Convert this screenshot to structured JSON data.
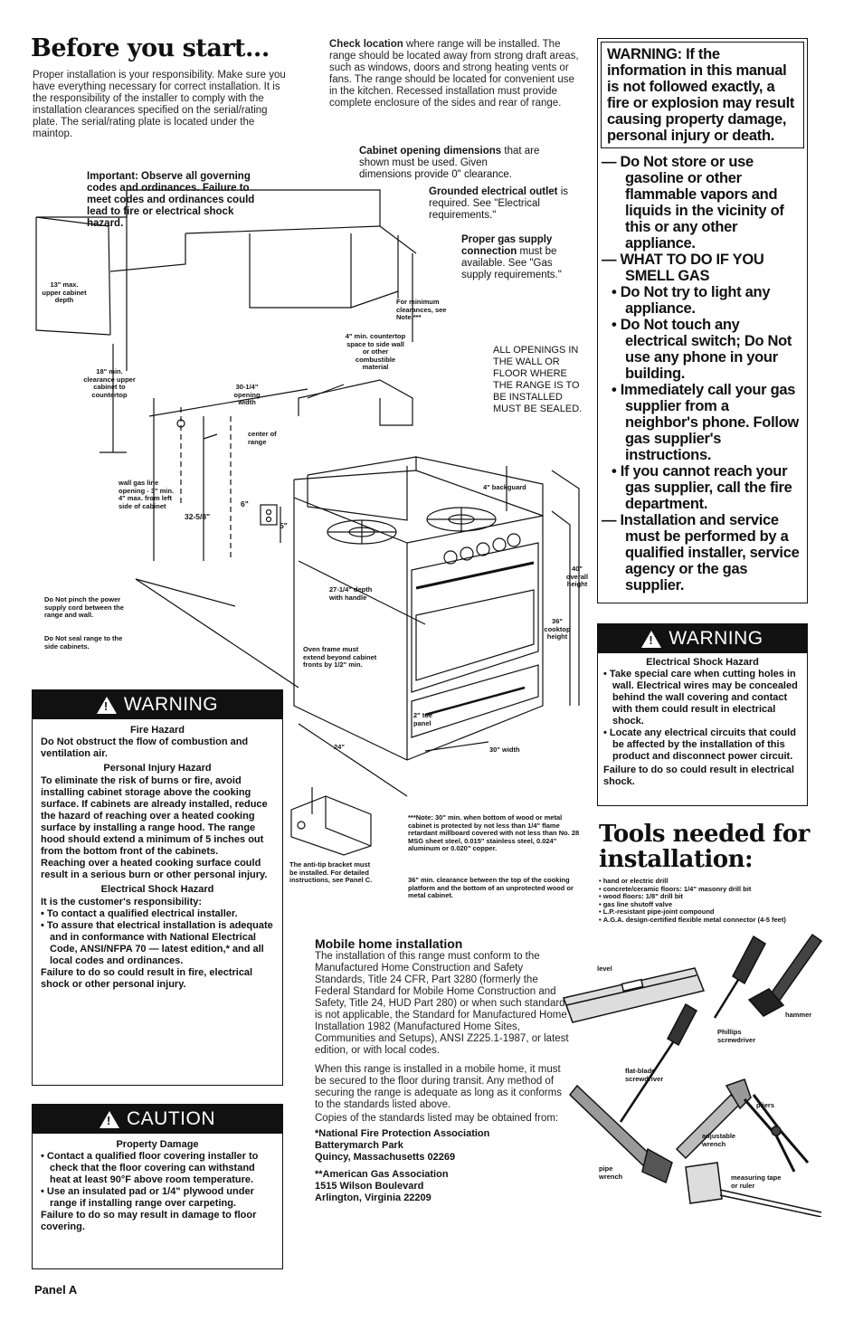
{
  "header": {
    "title": "Before you start...",
    "intro": "Proper installation is your responsibility. Make sure you have everything necessary for correct installation. It is the responsibility of the installer to comply with the installation clearances specified on the serial/rating plate. The serial/rating plate is located under the maintop."
  },
  "check_location": {
    "lead": "Check location",
    "text": " where range will be installed. The range should be located away from strong draft areas, such as windows, doors and strong heating vents or fans. The range should be located for convenient use in the kitchen. Recessed installation must provide complete enclosure of the sides and rear of range."
  },
  "diagram": {
    "important": "Important: Observe all governing codes and ordinances. Failure to meet codes and ordinances could lead to fire or electrical shock hazard.",
    "cabinet_opening_lead": "Cabinet opening dimensions",
    "cabinet_opening_text": " that are shown must be used. Given dimensions provide 0\" clearance.",
    "outlet_lead": "Grounded electrical outlet",
    "outlet_text": " is required. See \"Electrical requirements.\"",
    "gas_lead": "Proper gas supply connection",
    "gas_text": " must be available. See \"Gas supply requirements.\"",
    "upper_depth": "13\" max. upper cabinet depth",
    "min_clearances": "For minimum clearances, see Note.***",
    "countertop_space": "4\" min. countertop space to side wall or other combustible material",
    "openings_sealed": "ALL OPENINGS IN THE WALL OR FLOOR WHERE THE RANGE IS TO BE INSTALLED MUST BE SEALED.",
    "clearance_18": "18\" min. clearance upper cabinet to countertop",
    "opening_width": "30-1/4\" opening width",
    "center_range": "center of range",
    "wall_gas_line": "wall gas line opening - 3\" min. 4\" max. from left side of cabinet",
    "dim_32": "32-5/8\"",
    "dim_6": "6\"",
    "dim_5": "5\"",
    "backguard": "4\" backguard",
    "overall_height": "40\" overall height",
    "cooktop_height": "36\" cooktop height",
    "depth_handle": "27-1/4\" depth with handle",
    "do_not_pinch": "Do Not pinch the power supply cord between the range and wall.",
    "do_not_seal": "Do Not seal range to the side cabinets.",
    "oven_frame": "Oven frame must extend beyond cabinet fronts by 1/2\" min.",
    "toe_panel": "2\" toe panel",
    "dim_24": "24\"",
    "width_30": "30\" width",
    "anti_tip": "The anti-tip bracket must be installed. For detailed instructions, see Panel C.",
    "note1": "***Note: 30\" min. when bottom of wood or metal cabinet is protected by not less than 1/4\" flame retardant millboard covered with not less than No. 28 MSG sheet steel, 0.015\" stainless steel, 0.024\" aluminum or 0.020\" copper.",
    "note2": "36\" min. clearance between the top of the cooking platform and the bottom of an unprotected wood or metal cabinet."
  },
  "warning_left": {
    "label": "WARNING",
    "fire_title": "Fire Hazard",
    "fire_text": "Do Not obstruct the flow of combustion and ventilation air.",
    "injury_title": "Personal Injury Hazard",
    "injury_text": "To eliminate the risk of burns or fire, avoid installing cabinet storage above the cooking surface. If cabinets are already installed, reduce the hazard of reaching over a heated cooking surface by installing a range hood. The range hood should extend a minimum of 5 inches out from the bottom front of the cabinets.",
    "reaching": "Reaching over a heated cooking surface could result in a serious burn or other personal injury.",
    "shock_title": "Electrical Shock Hazard",
    "shock_intro": "It is the customer's responsibility:",
    "shock_b1": "To contact a qualified electrical installer.",
    "shock_b2": "To assure that electrical installation is adequate and in conformance with National Electrical Code, ANSI/NFPA 70 — latest edition,* and all local codes and ordinances.",
    "shock_fail": "Failure to do so could result in fire, electrical shock or other personal injury."
  },
  "caution": {
    "label": "CAUTION",
    "title": "Property Damage",
    "b1": "Contact a qualified floor covering installer to check that the floor covering can withstand heat at least 90°F above room temperature.",
    "b2": "Use an insulated pad or 1/4\" plywood under range if installing range over carpeting.",
    "fail": "Failure to do so may result in damage to floor covering."
  },
  "mobile": {
    "title": "Mobile home installation",
    "p1": "The installation of this range must conform to the Manufactured Home Construction and Safety Standards, Title 24 CFR, Part 3280 (formerly the Federal Standard for Mobile Home Construction and Safety, Title 24, HUD Part 280) or when such standard is not applicable, the Standard for Manufactured Home Installation 1982 (Manufactured Home Sites, Communities and Setups), ANSI Z225.1-1987, or latest edition, or with local codes.",
    "p2": "When this range is installed in a mobile home, it must be secured to the floor during transit. Any method of securing the range is adequate as long as it conforms to the standards listed above.",
    "p3": "Copies of the standards listed may be obtained from:",
    "addr1_name": "*National Fire Protection Association",
    "addr1_l1": "Batterymarch Park",
    "addr1_l2": "Quincy, Massachusetts 02269",
    "addr2_name": "**American Gas Association",
    "addr2_l1": "1515 Wilson Boulevard",
    "addr2_l2": "Arlington, Virginia 22209"
  },
  "warning_gas": {
    "head": "WARNING: If the information in this manual is not followed exactly, a fire or explosion may result causing property damage, personal injury or death.",
    "d1": "Do Not store or use gasoline or other flammable vapors and liquids in the vicinity of this or any other appliance.",
    "d2": "WHAT TO DO IF YOU SMELL GAS",
    "b1": "Do Not try to light any appliance.",
    "b2": "Do Not touch any electrical switch; Do Not use any phone in your building.",
    "b3": "Immediately call your gas supplier from a neighbor's phone. Follow gas supplier's instructions.",
    "b4": "If you cannot reach your gas supplier, call the fire department.",
    "d3": "Installation and service must be performed by a qualified installer, service agency or the gas supplier."
  },
  "warning_right": {
    "label": "WARNING",
    "title": "Electrical Shock Hazard",
    "b1": "Take special care when cutting holes in wall. Electrical wires may be concealed behind the wall covering and contact with them could result in electrical shock.",
    "b2": "Locate any electrical circuits that could be affected by the installation of this product and disconnect power circuit.",
    "fail": "Failure to do so could result in electrical shock."
  },
  "tools": {
    "title": "Tools needed for installation:",
    "items": [
      "hand or electric drill",
      "concrete/ceramic floors: 1/4\" masonry drill bit",
      "wood floors: 1/8\" drill bit",
      "gas line shutoff valve",
      "L.P.-resistant pipe-joint compound",
      "A.G.A. design-certified flexible metal connector (4-5 feet)"
    ],
    "labels": {
      "level": "level",
      "hammer": "hammer",
      "phillips": "Phillips screwdriver",
      "flat": "flat-blade screwdriver",
      "pliers": "pliers",
      "adjustable": "adjustable wrench",
      "pipe": "pipe wrench",
      "tape": "measuring tape or ruler"
    }
  },
  "footer": {
    "panel": "Panel A"
  }
}
